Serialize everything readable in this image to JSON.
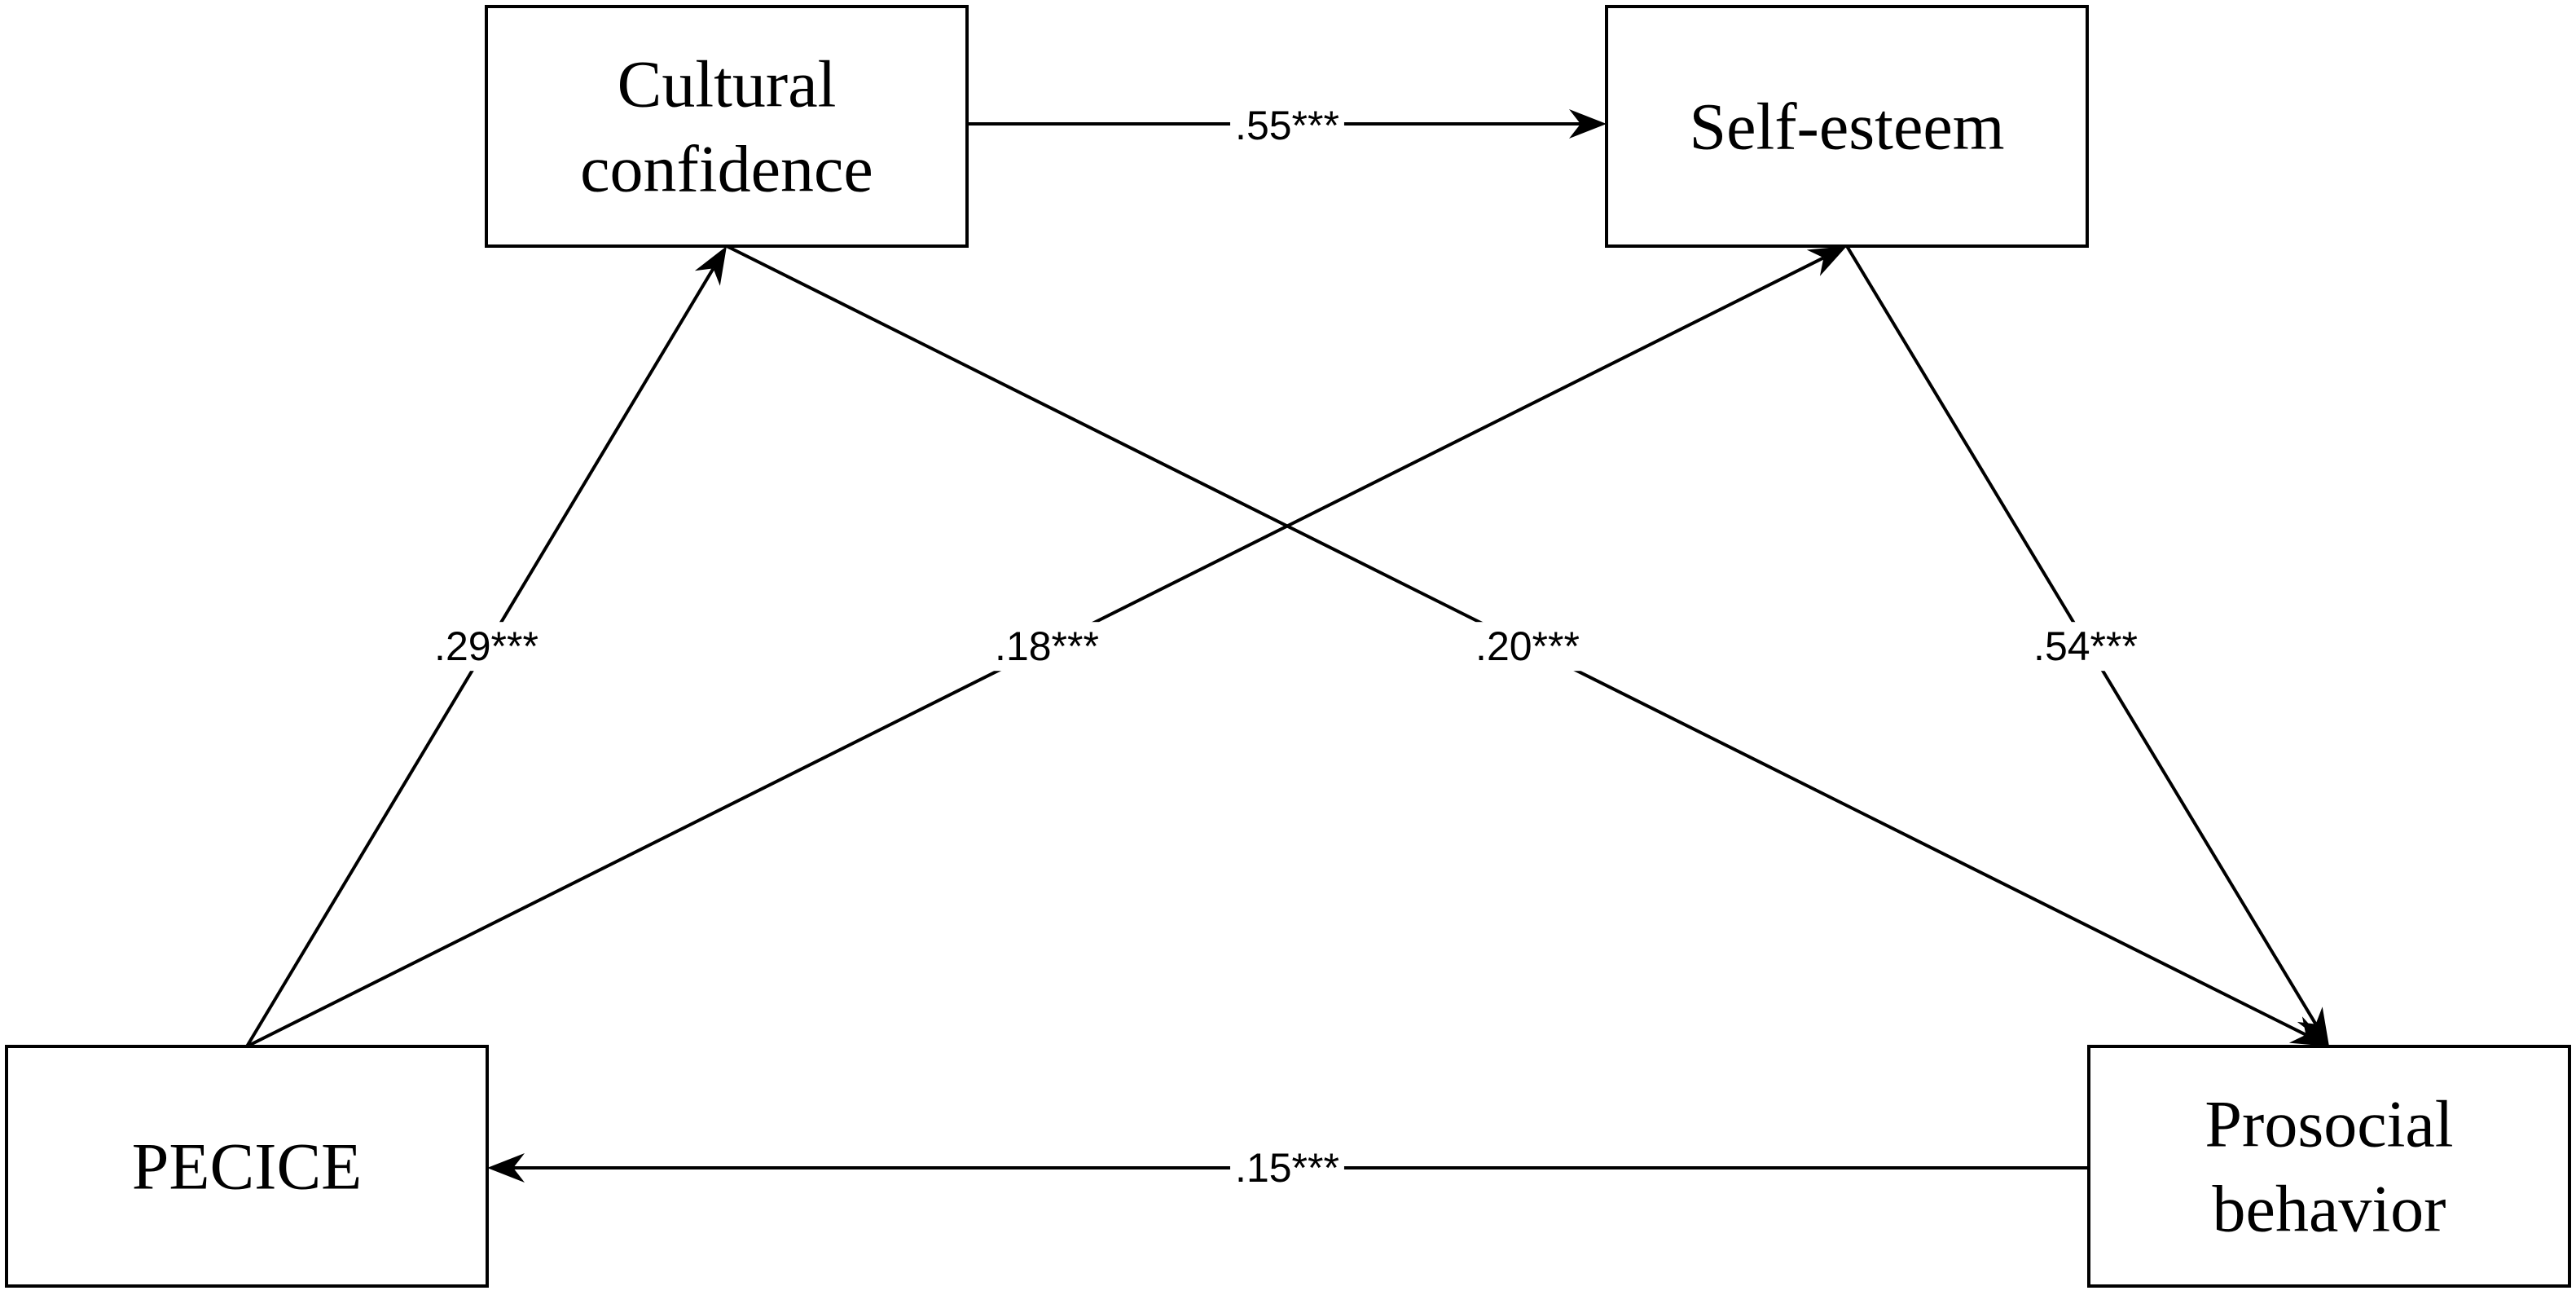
{
  "diagram": {
    "nodes": [
      {
        "id": "cultural-confidence",
        "label_lines": [
          "Cultural",
          "confidence"
        ]
      },
      {
        "id": "self-esteem",
        "label_lines": [
          "Self-esteem"
        ]
      },
      {
        "id": "pecice",
        "label_lines": [
          "PECICE"
        ]
      },
      {
        "id": "prosocial-behavior",
        "label_lines": [
          "Prosocial",
          "behavior"
        ]
      }
    ],
    "edges": [
      {
        "id": "cc-to-se",
        "from": "cultural-confidence",
        "to": "self-esteem",
        "coefficient": ".55***"
      },
      {
        "id": "pecice-to-cc",
        "from": "pecice",
        "to": "cultural-confidence",
        "coefficient": ".29***"
      },
      {
        "id": "pecice-to-se",
        "from": "pecice",
        "to": "self-esteem",
        "coefficient": ".18***"
      },
      {
        "id": "cc-to-pb",
        "from": "cultural-confidence",
        "to": "prosocial-behavior",
        "coefficient": ".20***"
      },
      {
        "id": "se-to-pb",
        "from": "self-esteem",
        "to": "prosocial-behavior",
        "coefficient": ".54***"
      },
      {
        "id": "pb-to-pecice",
        "from": "prosocial-behavior",
        "to": "pecice",
        "coefficient": ".15***"
      }
    ]
  }
}
